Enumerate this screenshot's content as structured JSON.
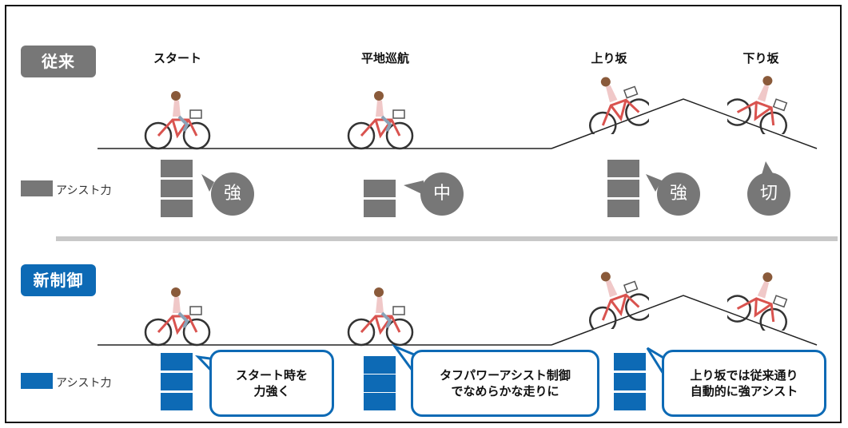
{
  "sections": {
    "conventional": {
      "tag": "従来",
      "tag_color": "#777777"
    },
    "new_control": {
      "tag": "新制御",
      "tag_color": "#0d6ab5"
    }
  },
  "phases": [
    "スタート",
    "平地巡航",
    "上り坂",
    "下り坂"
  ],
  "legend": {
    "conventional_label": "アシスト力",
    "new_label": "アシスト力"
  },
  "conventional_assist": {
    "start": "強",
    "flat": "中",
    "uphill": "強",
    "downhill": "切"
  },
  "new_callouts": {
    "start": {
      "line1": "スタート時を",
      "line2": "力強く"
    },
    "flat": {
      "line1": "タフパワーアシスト制御",
      "line2": "でなめらかな走りに"
    },
    "uphill": {
      "line1": "上り坂では従来通り",
      "line2": "自動的に強アシスト"
    }
  },
  "colors": {
    "gray": "#777777",
    "blue": "#0d6ab5",
    "divider": "#c8c8c8"
  }
}
